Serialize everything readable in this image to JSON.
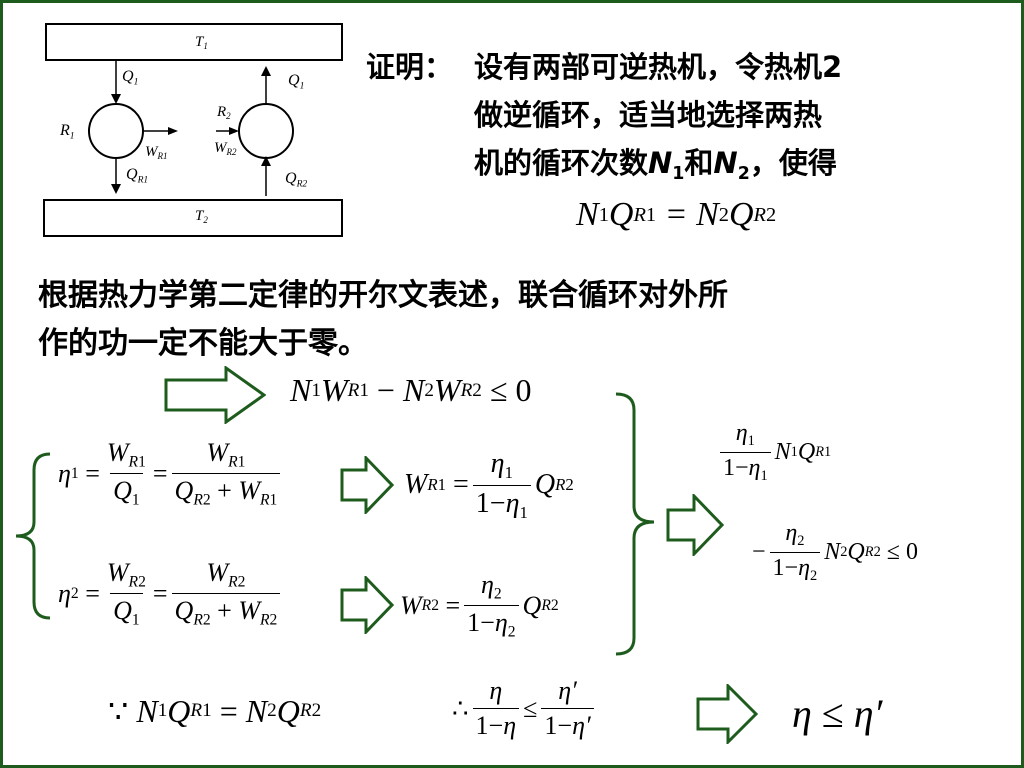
{
  "diagram": {
    "t1": "T1",
    "t2": "T2",
    "q1_left": "Q1",
    "q1_right": "Q1",
    "qr1": "QR1",
    "qr2": "QR2",
    "r1": "R1",
    "r2": "R2",
    "wr1": "WR1",
    "wr2": "WR2"
  },
  "proof": {
    "label": "证明：",
    "line1": "设有两部可逆热机，令热机2",
    "line2": "做逆循环，适当地选择两热",
    "line3_prefix": "机的循环次数",
    "n1": "N",
    "n1_sub": "1",
    "and": "和",
    "n2": "N",
    "n2_sub": "2",
    "line3_suffix": "，使得"
  },
  "statement": {
    "line1": "根据热力学第二定律的开尔文表述，联合循环对外所",
    "line2": "作的功一定不能大于零。"
  }
}
